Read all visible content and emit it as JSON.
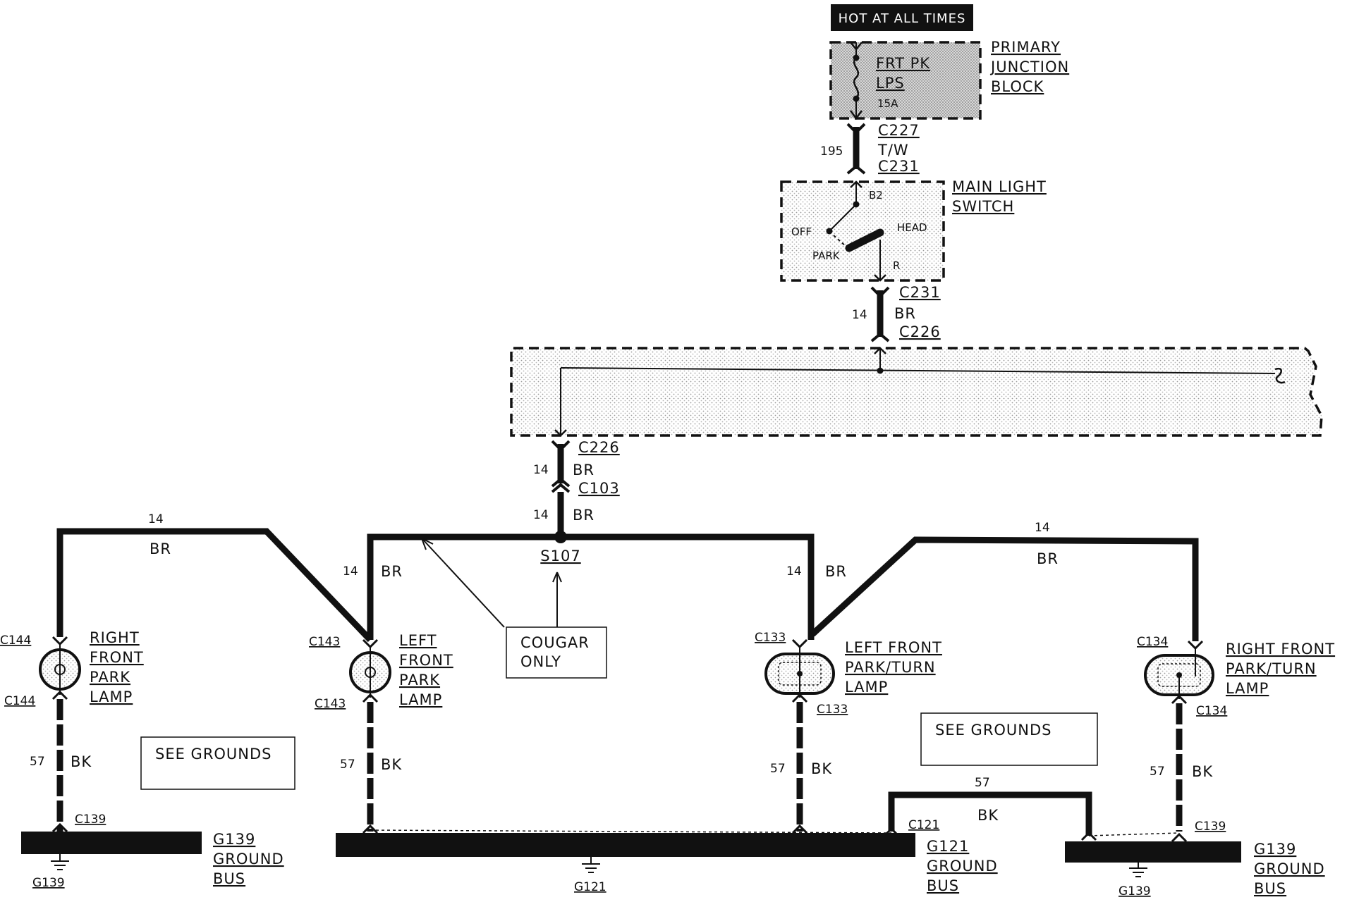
{
  "header": {
    "hot_label": "HOT AT ALL TIMES"
  },
  "junction_block": {
    "name_lines": [
      "PRIMARY",
      "JUNCTION",
      "BLOCK"
    ],
    "fuse_lines": [
      "FRT PK",
      "LPS"
    ],
    "fuse_rating": "15A"
  },
  "main_switch": {
    "name_lines": [
      "MAIN LIGHT",
      "SWITCH"
    ],
    "pin_b2": "B2",
    "pin_r": "R",
    "pos_off": "OFF",
    "pos_head": "HEAD",
    "pos_park": "PARK"
  },
  "feed_wire": {
    "circuit": "195",
    "color": "T/W",
    "connector_top": "C227",
    "connector_bottom": "C231"
  },
  "switch_output": {
    "circuit": "14",
    "color": "BR",
    "connector_top": "C231",
    "connector_bottom": "C226"
  },
  "drop_wire": {
    "circuit_a": "14",
    "color_a": "BR",
    "connector_a": "C226",
    "circuit_b": "14",
    "color_b": "BR",
    "connector_b": "C103"
  },
  "splice": {
    "name": "S107"
  },
  "cougar_note": {
    "lines": [
      "COUGAR",
      "ONLY"
    ]
  },
  "see_grounds": "SEE GROUNDS",
  "branches": {
    "far_left": {
      "circuit": "14",
      "color": "BR"
    },
    "left": {
      "circuit": "14",
      "color": "BR"
    },
    "right": {
      "circuit": "14",
      "color": "BR"
    },
    "far_right": {
      "circuit": "14",
      "color": "BR"
    }
  },
  "lamps": [
    {
      "id": "right-front-park-lamp",
      "name_lines": [
        "RIGHT",
        "FRONT",
        "PARK",
        "LAMP"
      ],
      "connector_top": "C144",
      "connector_bottom": "C144",
      "ground_circuit": "57",
      "ground_color": "BK"
    },
    {
      "id": "left-front-park-lamp",
      "name_lines": [
        "LEFT",
        "FRONT",
        "PARK",
        "LAMP"
      ],
      "connector_top": "C143",
      "connector_bottom": "C143",
      "ground_circuit": "57",
      "ground_color": "BK"
    },
    {
      "id": "left-front-park-turn-lamp",
      "name_lines": [
        "LEFT FRONT",
        "PARK/TURN",
        "LAMP"
      ],
      "connector_top": "C133",
      "connector_bottom": "C133",
      "ground_circuit": "57",
      "ground_color": "BK"
    },
    {
      "id": "right-front-park-turn-lamp",
      "name_lines": [
        "RIGHT FRONT",
        "PARK/TURN",
        "LAMP"
      ],
      "connector_top": "C134",
      "connector_bottom": "C134",
      "ground_circuit": "57",
      "ground_color": "BK"
    }
  ],
  "ground_link": {
    "circuit": "57",
    "color": "BK",
    "connector_left": "C121",
    "connector_right": "C139"
  },
  "grounds": {
    "left_bus": {
      "connector": "C139",
      "name_lines": [
        "G139",
        "GROUND",
        "BUS"
      ],
      "ground_point": "G139"
    },
    "center_bus": {
      "name_lines": [
        "G121",
        "GROUND",
        "BUS"
      ],
      "ground_point": "G121"
    },
    "right_bus": {
      "name_lines": [
        "G139",
        "GROUND",
        "BUS"
      ],
      "ground_point": "G139"
    }
  }
}
